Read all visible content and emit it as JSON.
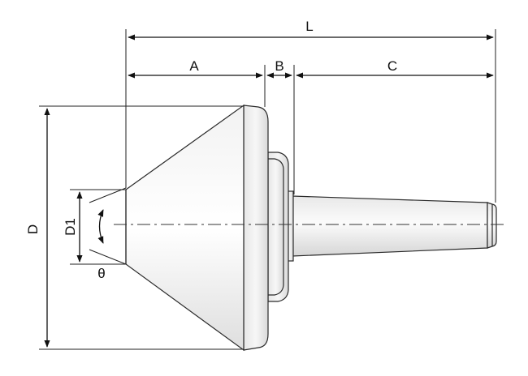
{
  "drawing": {
    "labels": {
      "overall_length": "L",
      "cone_length": "A",
      "flange_length": "B",
      "shank_length": "C",
      "cone_diameter": "D",
      "tip_diameter": "D1",
      "angle": "θ"
    }
  }
}
